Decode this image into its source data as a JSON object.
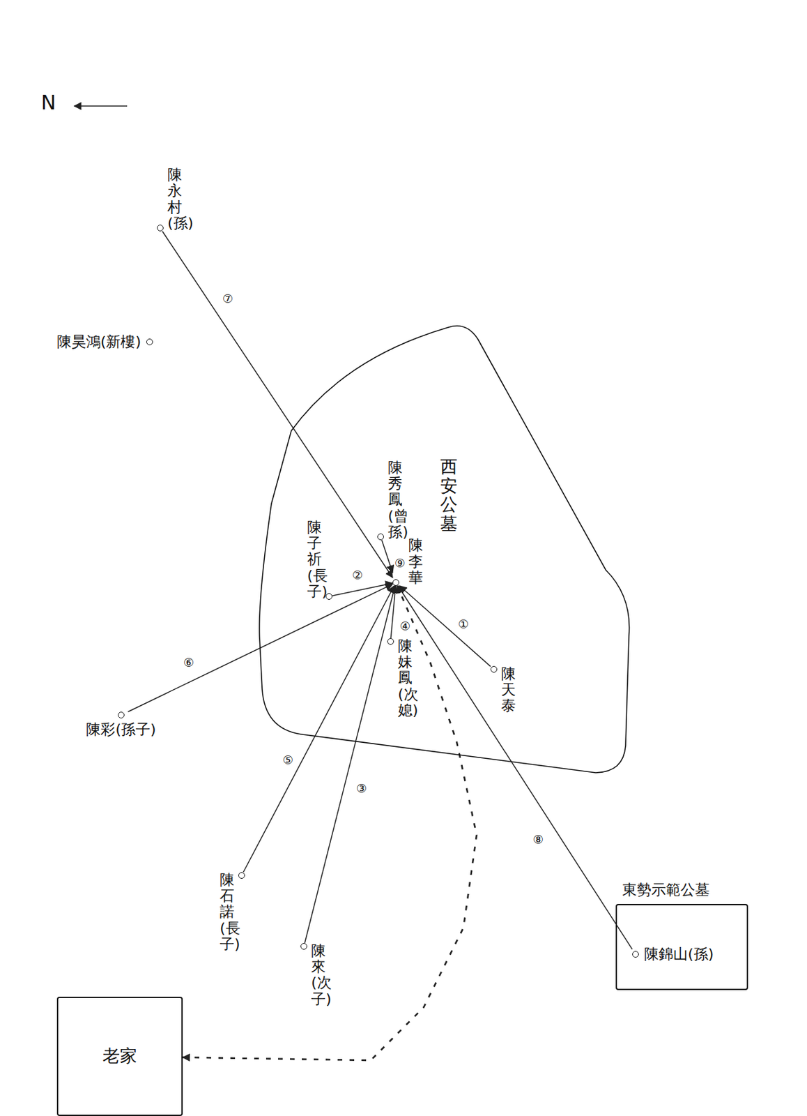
{
  "diagram": {
    "nodes": [
      {
        "text": [
          "西安公墓"
        ]
      },
      {
        "text": [
          "陳李華"
        ],
        "in": 0
      },
      {
        "text": [
          "陳秀鳳(曾孫)"
        ],
        "in": 0
      },
      {
        "text": [
          "陳子祈(長子)"
        ],
        "in": 0
      },
      {
        "text": [
          "陳妹鳳(次媳)"
        ],
        "in": 0
      },
      {
        "text": [
          "陳天泰"
        ],
        "in": 0
      },
      {
        "text": [
          "陳永村(孫)"
        ]
      },
      {
        "text": [
          "陳昊鴻(新樓)"
        ]
      },
      {
        "text": [
          "陳彩(孫子)"
        ]
      },
      {
        "text": [
          "陳石諾(長子)"
        ]
      },
      {
        "text": [
          "陳來(次子)"
        ]
      },
      {
        "text": [
          "東勢示範公墓"
        ]
      },
      {
        "text": [
          "陳錦山(孫)"
        ],
        "in": 11
      },
      {
        "text": [
          "老家"
        ]
      }
    ],
    "edges": [
      {
        "from": 5,
        "to": 1,
        "arrow": "to",
        "label": "①"
      },
      {
        "from": 3,
        "to": 1,
        "arrow": "to",
        "label": "②"
      },
      {
        "from": 10,
        "to": 1,
        "arrow": "to",
        "label": "③"
      },
      {
        "from": 4,
        "to": 1,
        "arrow": "to",
        "label": "④"
      },
      {
        "from": 9,
        "to": 1,
        "arrow": "to",
        "label": "⑤"
      },
      {
        "from": 8,
        "to": 1,
        "arrow": "to",
        "label": "⑥"
      },
      {
        "from": 6,
        "to": 1,
        "arrow": "to",
        "label": "⑦"
      },
      {
        "from": 12,
        "to": 1,
        "arrow": "to",
        "label": "⑧"
      },
      {
        "from": 2,
        "to": 1,
        "arrow": "to",
        "label": "⑨"
      },
      {
        "from": 13,
        "to": 1,
        "arrow": "both"
      }
    ],
    "labels": [
      "N"
    ]
  }
}
